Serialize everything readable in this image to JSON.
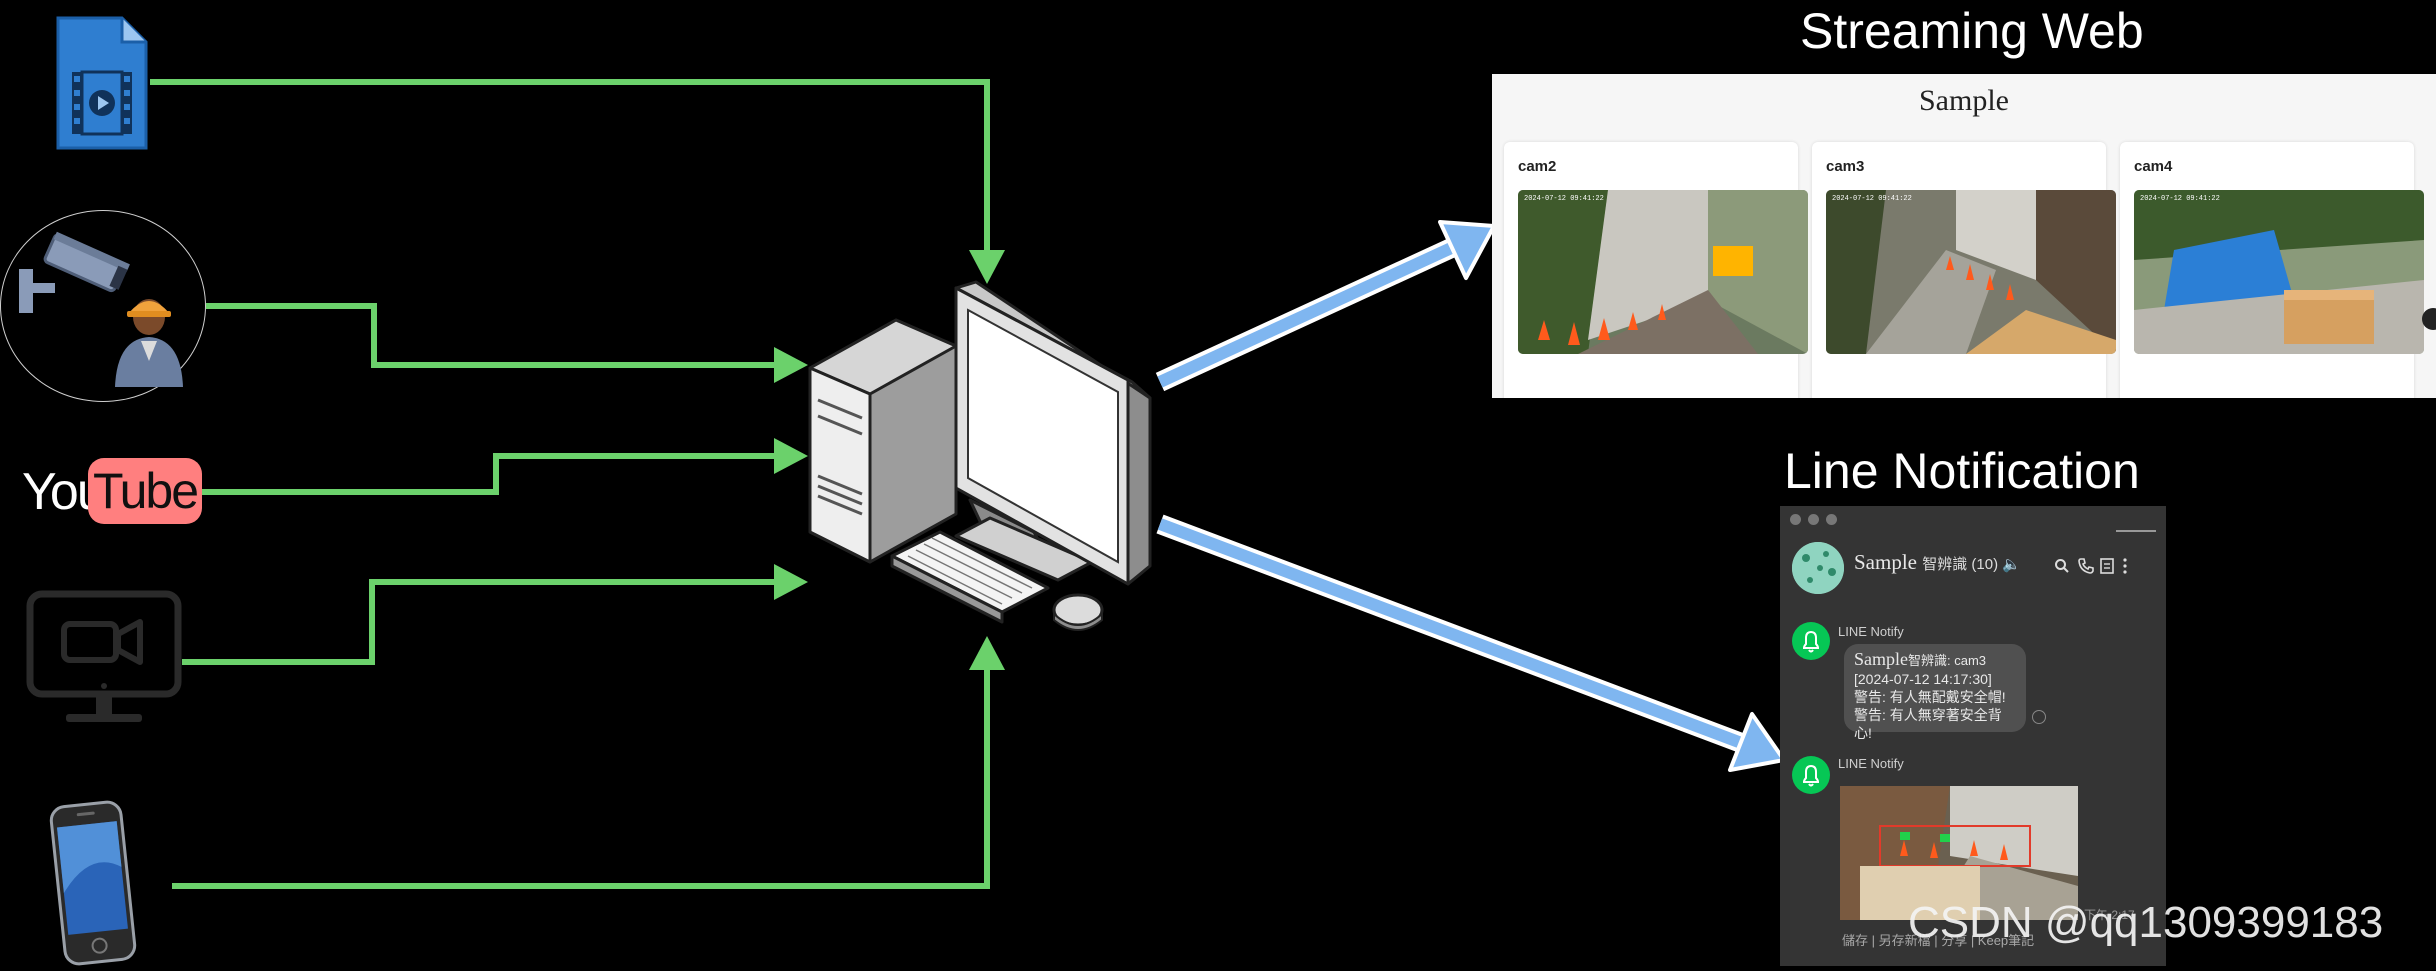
{
  "titles": {
    "streaming": "Streaming Web",
    "line": "Line Notification"
  },
  "youtube": {
    "left": "You",
    "right": "Tube"
  },
  "streaming": {
    "heading": "Sample",
    "cameras": [
      {
        "label": "cam2",
        "stamp": "2024-07-12 09:41:22"
      },
      {
        "label": "cam3",
        "stamp": "2024-07-12 09:41:22"
      },
      {
        "label": "cam4",
        "stamp": "2024-07-12 09:41:22"
      }
    ]
  },
  "line": {
    "chat_title": "Sample",
    "chat_suffix": "智辨識 (10) 🔈",
    "sender": "LINE Notify",
    "message": {
      "title": "Sample",
      "title_suffix": "智辨識: cam3",
      "lines": [
        "[2024-07-12 14:17:30]",
        "警告: 有人無配戴安全帽!",
        "警告: 有人無穿著安全背心!"
      ]
    },
    "sender2": "LINE Notify",
    "photo_time": "下午 2:17",
    "photo_actions": "儲存 | 另存新檔 | 分享 | Keep筆記"
  },
  "watermark": "CSDN @qq1309399183",
  "colors": {
    "arrow_green": "#6bd16b",
    "arrow_blue": "#7fb6f0",
    "line_green": "#06c755"
  }
}
